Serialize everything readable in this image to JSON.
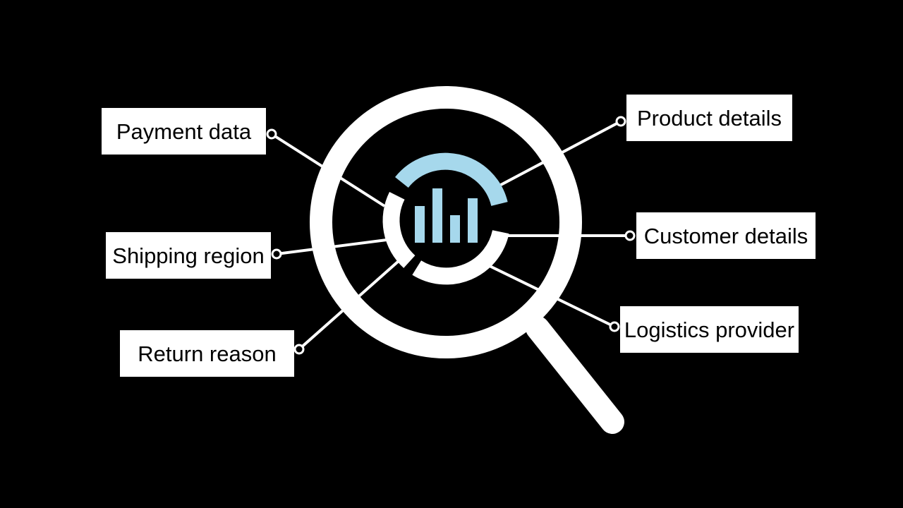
{
  "colors": {
    "background": "#000000",
    "foreground": "#ffffff",
    "accent": "#a6d8ec"
  },
  "icons": [
    "magnifying-glass-icon",
    "bar-chart-icon",
    "ring-gauge-icon"
  ],
  "labels": {
    "payment": "Payment data",
    "shipping": "Shipping region",
    "return": "Return reason",
    "product": "Product details",
    "customer": "Customer details",
    "logistics": "Logistics provider"
  }
}
